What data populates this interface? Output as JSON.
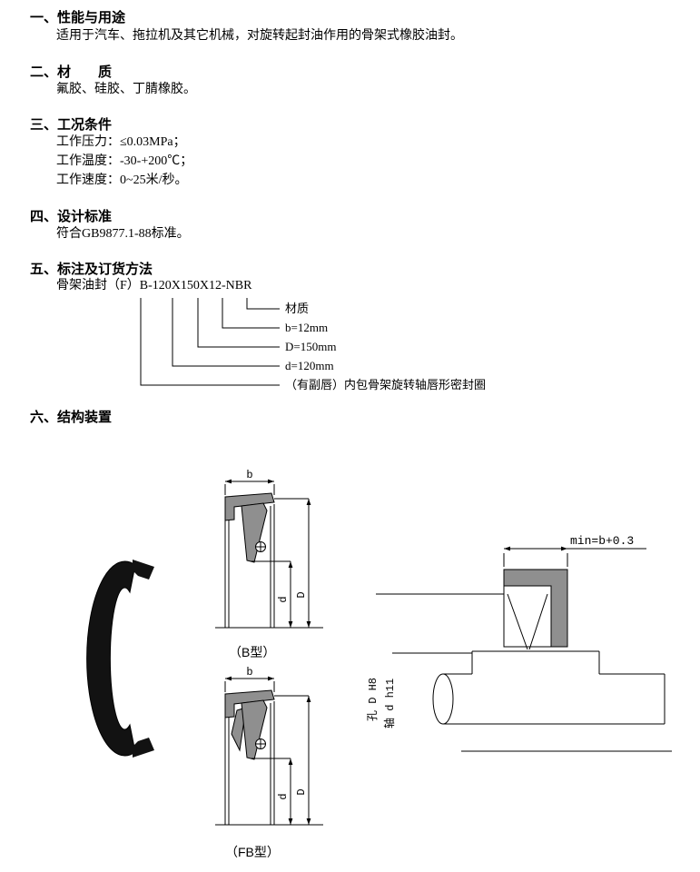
{
  "doc": {
    "sec1": {
      "heading": "一、性能与用途",
      "body": "适用于汽车、拖拉机及其它机械，对旋转起封油作用的骨架式橡胶油封。"
    },
    "sec2": {
      "heading": "二、材　　质",
      "body": "氟胶、硅胶、丁腈橡胶。"
    },
    "sec3": {
      "heading": "三、工况条件",
      "line1": "工作压力：≤0.03MPa；",
      "line2": "工作温度：-30-+200℃；",
      "line3": "工作速度：0~25米/秒。"
    },
    "sec4": {
      "heading": "四、设计标准",
      "body": "符合GB9877.1-88标准。"
    },
    "sec5": {
      "heading": "五、标注及订货方法",
      "order_code": "骨架油封（F）B-120X150X12-NBR",
      "callouts": {
        "material": "材质",
        "b": "b=12mm",
        "D": "D=150mm",
        "d": "d=120mm",
        "type": "（有副唇）内包骨架旋转轴唇形密封圈"
      }
    },
    "sec6": {
      "heading": "六、结构装置"
    }
  },
  "figures": {
    "b_type_label": "（B型）",
    "fb_type_label": "（FB型）",
    "dims": {
      "b": "b",
      "d": "d",
      "D": "D"
    },
    "install": {
      "min_label": "min=b+0.3",
      "hole_label": "孔 D H8",
      "shaft_label": "轴 d h11"
    }
  }
}
